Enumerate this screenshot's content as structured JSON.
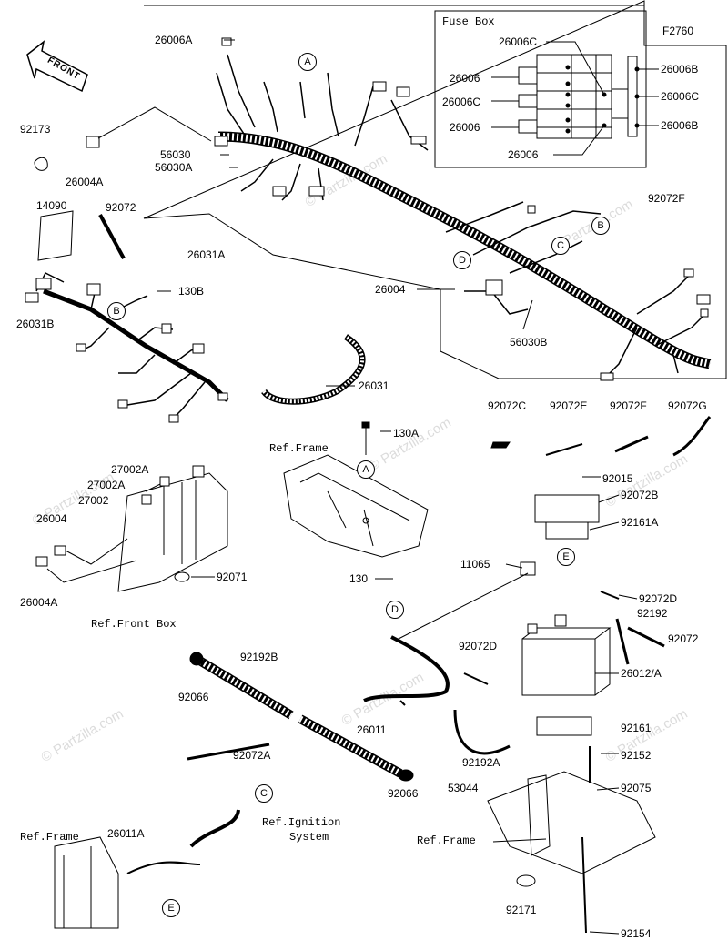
{
  "figure_id": "F2760",
  "fuse_box_title": "Fuse Box",
  "front_label": "FRONT",
  "watermark": "© Partzilla.com",
  "callouts": [
    "A",
    "B",
    "C",
    "D",
    "E"
  ],
  "refs": {
    "frame": "Ref.Frame",
    "front_box": "Ref.Front Box",
    "ignition_1": "Ref.Ignition",
    "ignition_2": "System"
  },
  "fuse_box_parts": {
    "p26006C_top": "26006C",
    "p26006_1": "26006",
    "p26006C_mid": "26006C",
    "p26006_2": "26006",
    "p26006_bottom": "26006",
    "p26006B_1": "26006B",
    "p26006C_right": "26006C",
    "p26006B_2": "26006B"
  },
  "parts": {
    "p26006A": "26006A",
    "p92173": "92173",
    "p26004A_top": "26004A",
    "p56030": "56030",
    "p56030A": "56030A",
    "p14090": "14090",
    "p92072_left": "92072",
    "p26031A": "26031A",
    "p92072F_top": "92072F",
    "p26004_mid": "26004",
    "p56030B": "56030B",
    "p130B": "130B",
    "p26031B": "26031B",
    "p26031": "26031",
    "p92072C": "92072C",
    "p92072E": "92072E",
    "p92072F": "92072F",
    "p92072G": "92072G",
    "p130A": "130A",
    "p27002A_1": "27002A",
    "p27002A_2": "27002A",
    "p27002": "27002",
    "p26004_left": "26004",
    "p26004A_left": "26004A",
    "p92071": "92071",
    "p92015": "92015",
    "p92072B": "92072B",
    "p92161A": "92161A",
    "p11065": "11065",
    "p130": "130",
    "p92072D_right": "92072D",
    "p92192": "92192",
    "p92072_right": "92072",
    "p92072D_mid": "92072D",
    "p26012A": "26012/A",
    "p92192B": "92192B",
    "p92066_left": "92066",
    "p26011": "26011",
    "p92161": "92161",
    "p92192A": "92192A",
    "p92152": "92152",
    "p92072A": "92072A",
    "p53044": "53044",
    "p92075": "92075",
    "p92066_right": "92066",
    "p26011A": "26011A",
    "p92171": "92171",
    "p92154": "92154"
  }
}
